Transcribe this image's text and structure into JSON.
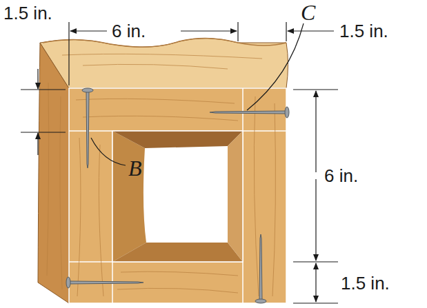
{
  "diagram": {
    "labels": [
      "1.5 in.",
      "6 in.",
      "1.5 in.",
      "C",
      "B",
      "6 in.",
      "1.5 in."
    ]
  }
}
